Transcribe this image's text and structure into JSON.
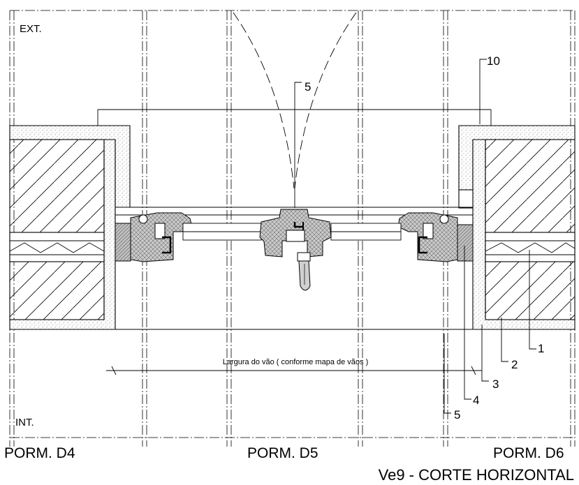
{
  "labels": {
    "ext": "EXT.",
    "int": "INT.",
    "dimension": "Largura do vão ( conforme mapa de vãos )",
    "detail_left": "PORM. D4",
    "detail_center": "PORM. D5",
    "detail_right": "PORM. D6",
    "title": "Ve9 - CORTE HORIZONTAL"
  },
  "callouts": [
    "1",
    "2",
    "3",
    "4",
    "5",
    "5",
    "10"
  ]
}
